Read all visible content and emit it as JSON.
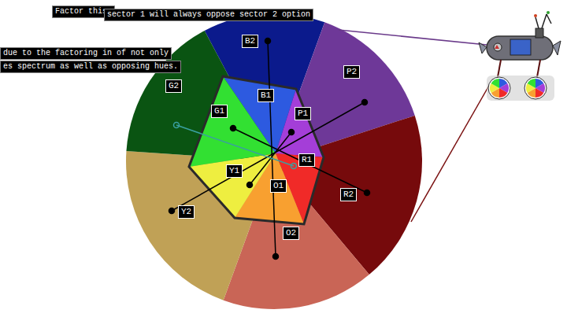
{
  "diagram": {
    "labels": [
      "Factor this:",
      "sector 1 will always oppose sector 2 option",
      "due to the factoring in of not only",
      "es spectrum as well as opposing hues.",
      "B2",
      "P2",
      "R2",
      "O2",
      "Y2",
      "G2",
      "B1",
      "P1",
      "R1",
      "O1",
      "Y1",
      "G1"
    ]
  }
}
